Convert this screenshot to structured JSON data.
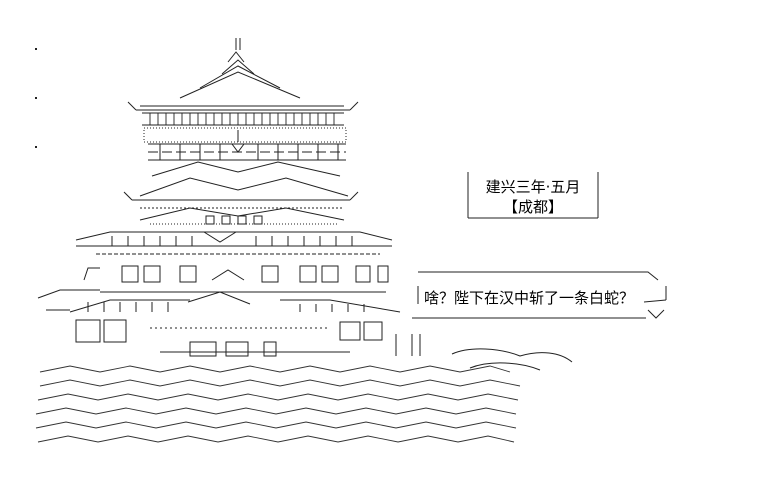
{
  "caption": {
    "line1": "建兴三年·五月",
    "line2": "【成都】"
  },
  "speech": {
    "text": "啥？陛下在汉中斩了一条白蛇？"
  },
  "artwork": {
    "subject": "palace-ascii-art",
    "ink_color": "#222222",
    "background": "#ffffff"
  }
}
